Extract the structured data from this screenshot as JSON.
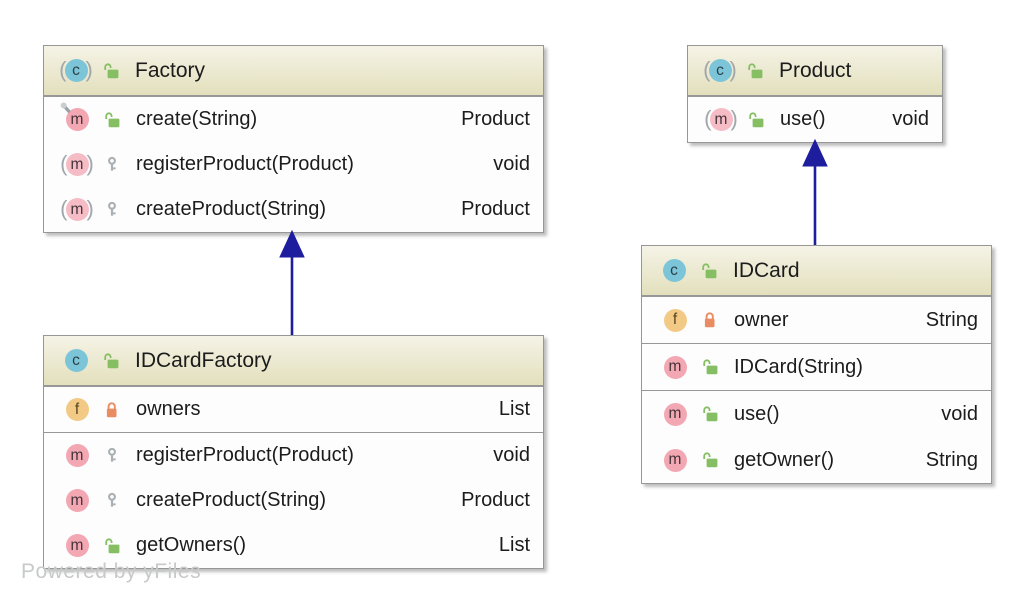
{
  "watermark": {
    "label": "Powered by yFiles"
  },
  "glyphs": {
    "class_letter": "c",
    "method_letter": "m",
    "field_letter": "f",
    "paren_open": "(",
    "paren_close": ")"
  },
  "colors": {
    "header_top": "#f5f3e6",
    "header_bottom": "#e3e0bd",
    "box_border": "#979797",
    "body_bg": "#fdfdfd",
    "class_icon_blue": "#7cc5d9",
    "method_icon_pink": "#f2a7b3",
    "field_icon_orange": "#f2ca85",
    "public_lock_green": "#85be63",
    "private_lock_orange": "#e98c61",
    "protected_key_gray": "#aab0b3",
    "inheritance_arrow_navy": "#1d1d9e",
    "text": "#1c1c1c",
    "watermark_gray": "#c8c9ca"
  },
  "classes": {
    "factory": {
      "name": "Factory",
      "stereotype": "abstract-class",
      "members": {
        "create": {
          "label": "create(String)",
          "type": "Product"
        },
        "registerProduct": {
          "label": "registerProduct(Product)",
          "type": "void"
        },
        "createProduct": {
          "label": "createProduct(String)",
          "type": "Product"
        }
      }
    },
    "product": {
      "name": "Product",
      "stereotype": "abstract-class",
      "members": {
        "use": {
          "label": "use()",
          "type": "void"
        }
      }
    },
    "idCardFactory": {
      "name": "IDCardFactory",
      "stereotype": "class",
      "members": {
        "owners": {
          "label": "owners",
          "type": "List"
        },
        "registerProduct": {
          "label": "registerProduct(Product)",
          "type": "void"
        },
        "createProduct": {
          "label": "createProduct(String)",
          "type": "Product"
        },
        "getOwners": {
          "label": "getOwners()",
          "type": "List"
        }
      }
    },
    "idCard": {
      "name": "IDCard",
      "stereotype": "class",
      "members": {
        "owner": {
          "label": "owner",
          "type": "String"
        },
        "constructor": {
          "label": "IDCard(String)",
          "type": ""
        },
        "use": {
          "label": "use()",
          "type": "void"
        },
        "getOwner": {
          "label": "getOwner()",
          "type": "String"
        }
      }
    }
  },
  "edges": {
    "idCardFactory_extends_factory": {
      "from": "IDCardFactory",
      "to": "Factory",
      "type": "generalization"
    },
    "idCard_extends_product": {
      "from": "IDCard",
      "to": "Product",
      "type": "generalization"
    }
  }
}
